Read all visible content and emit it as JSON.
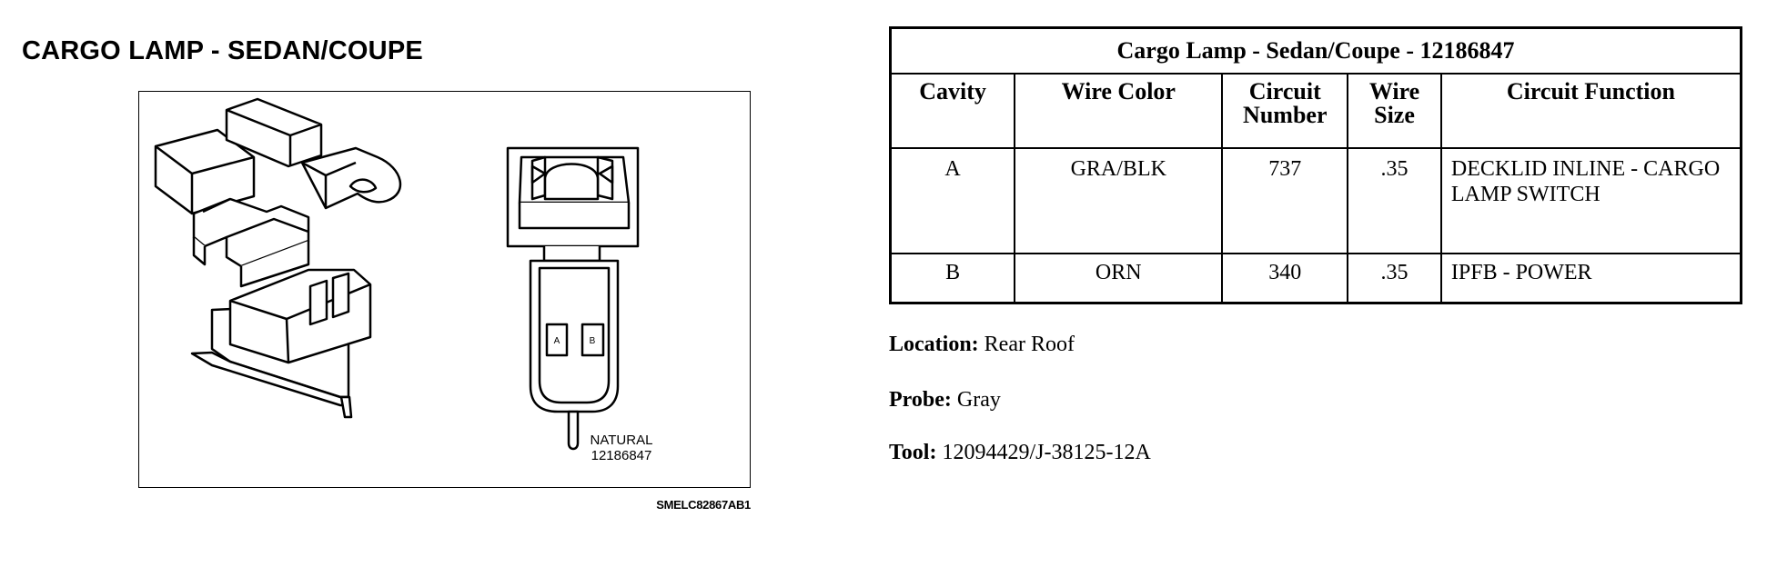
{
  "page": {
    "title": "CARGO LAMP - SEDAN/COUPE"
  },
  "figure": {
    "cavity_labels": [
      "A",
      "B"
    ],
    "connector_color": "NATURAL",
    "connector_part": "12186847",
    "figure_id": "SMELC82867AB1"
  },
  "table": {
    "caption": "Cargo Lamp - Sedan/Coupe - 12186847",
    "headers": {
      "cavity": "Cavity",
      "wire_color": "Wire Color",
      "circuit_number": "Circuit Number",
      "wire_size": "Wire Size",
      "circuit_function": "Circuit Function"
    },
    "rows": [
      {
        "cavity": "A",
        "wire_color": "GRA/BLK",
        "circuit_number": "737",
        "wire_size": ".35",
        "circuit_function": "DECKLID INLINE - CARGO LAMP SWITCH"
      },
      {
        "cavity": "B",
        "wire_color": "ORN",
        "circuit_number": "340",
        "wire_size": ".35",
        "circuit_function": "IPFB - POWER"
      }
    ]
  },
  "info": {
    "location_label": "Location:",
    "location_value": "Rear Roof",
    "probe_label": "Probe:",
    "probe_value": "Gray",
    "tool_label": "Tool:",
    "tool_value": "12094429/J-38125-12A"
  }
}
